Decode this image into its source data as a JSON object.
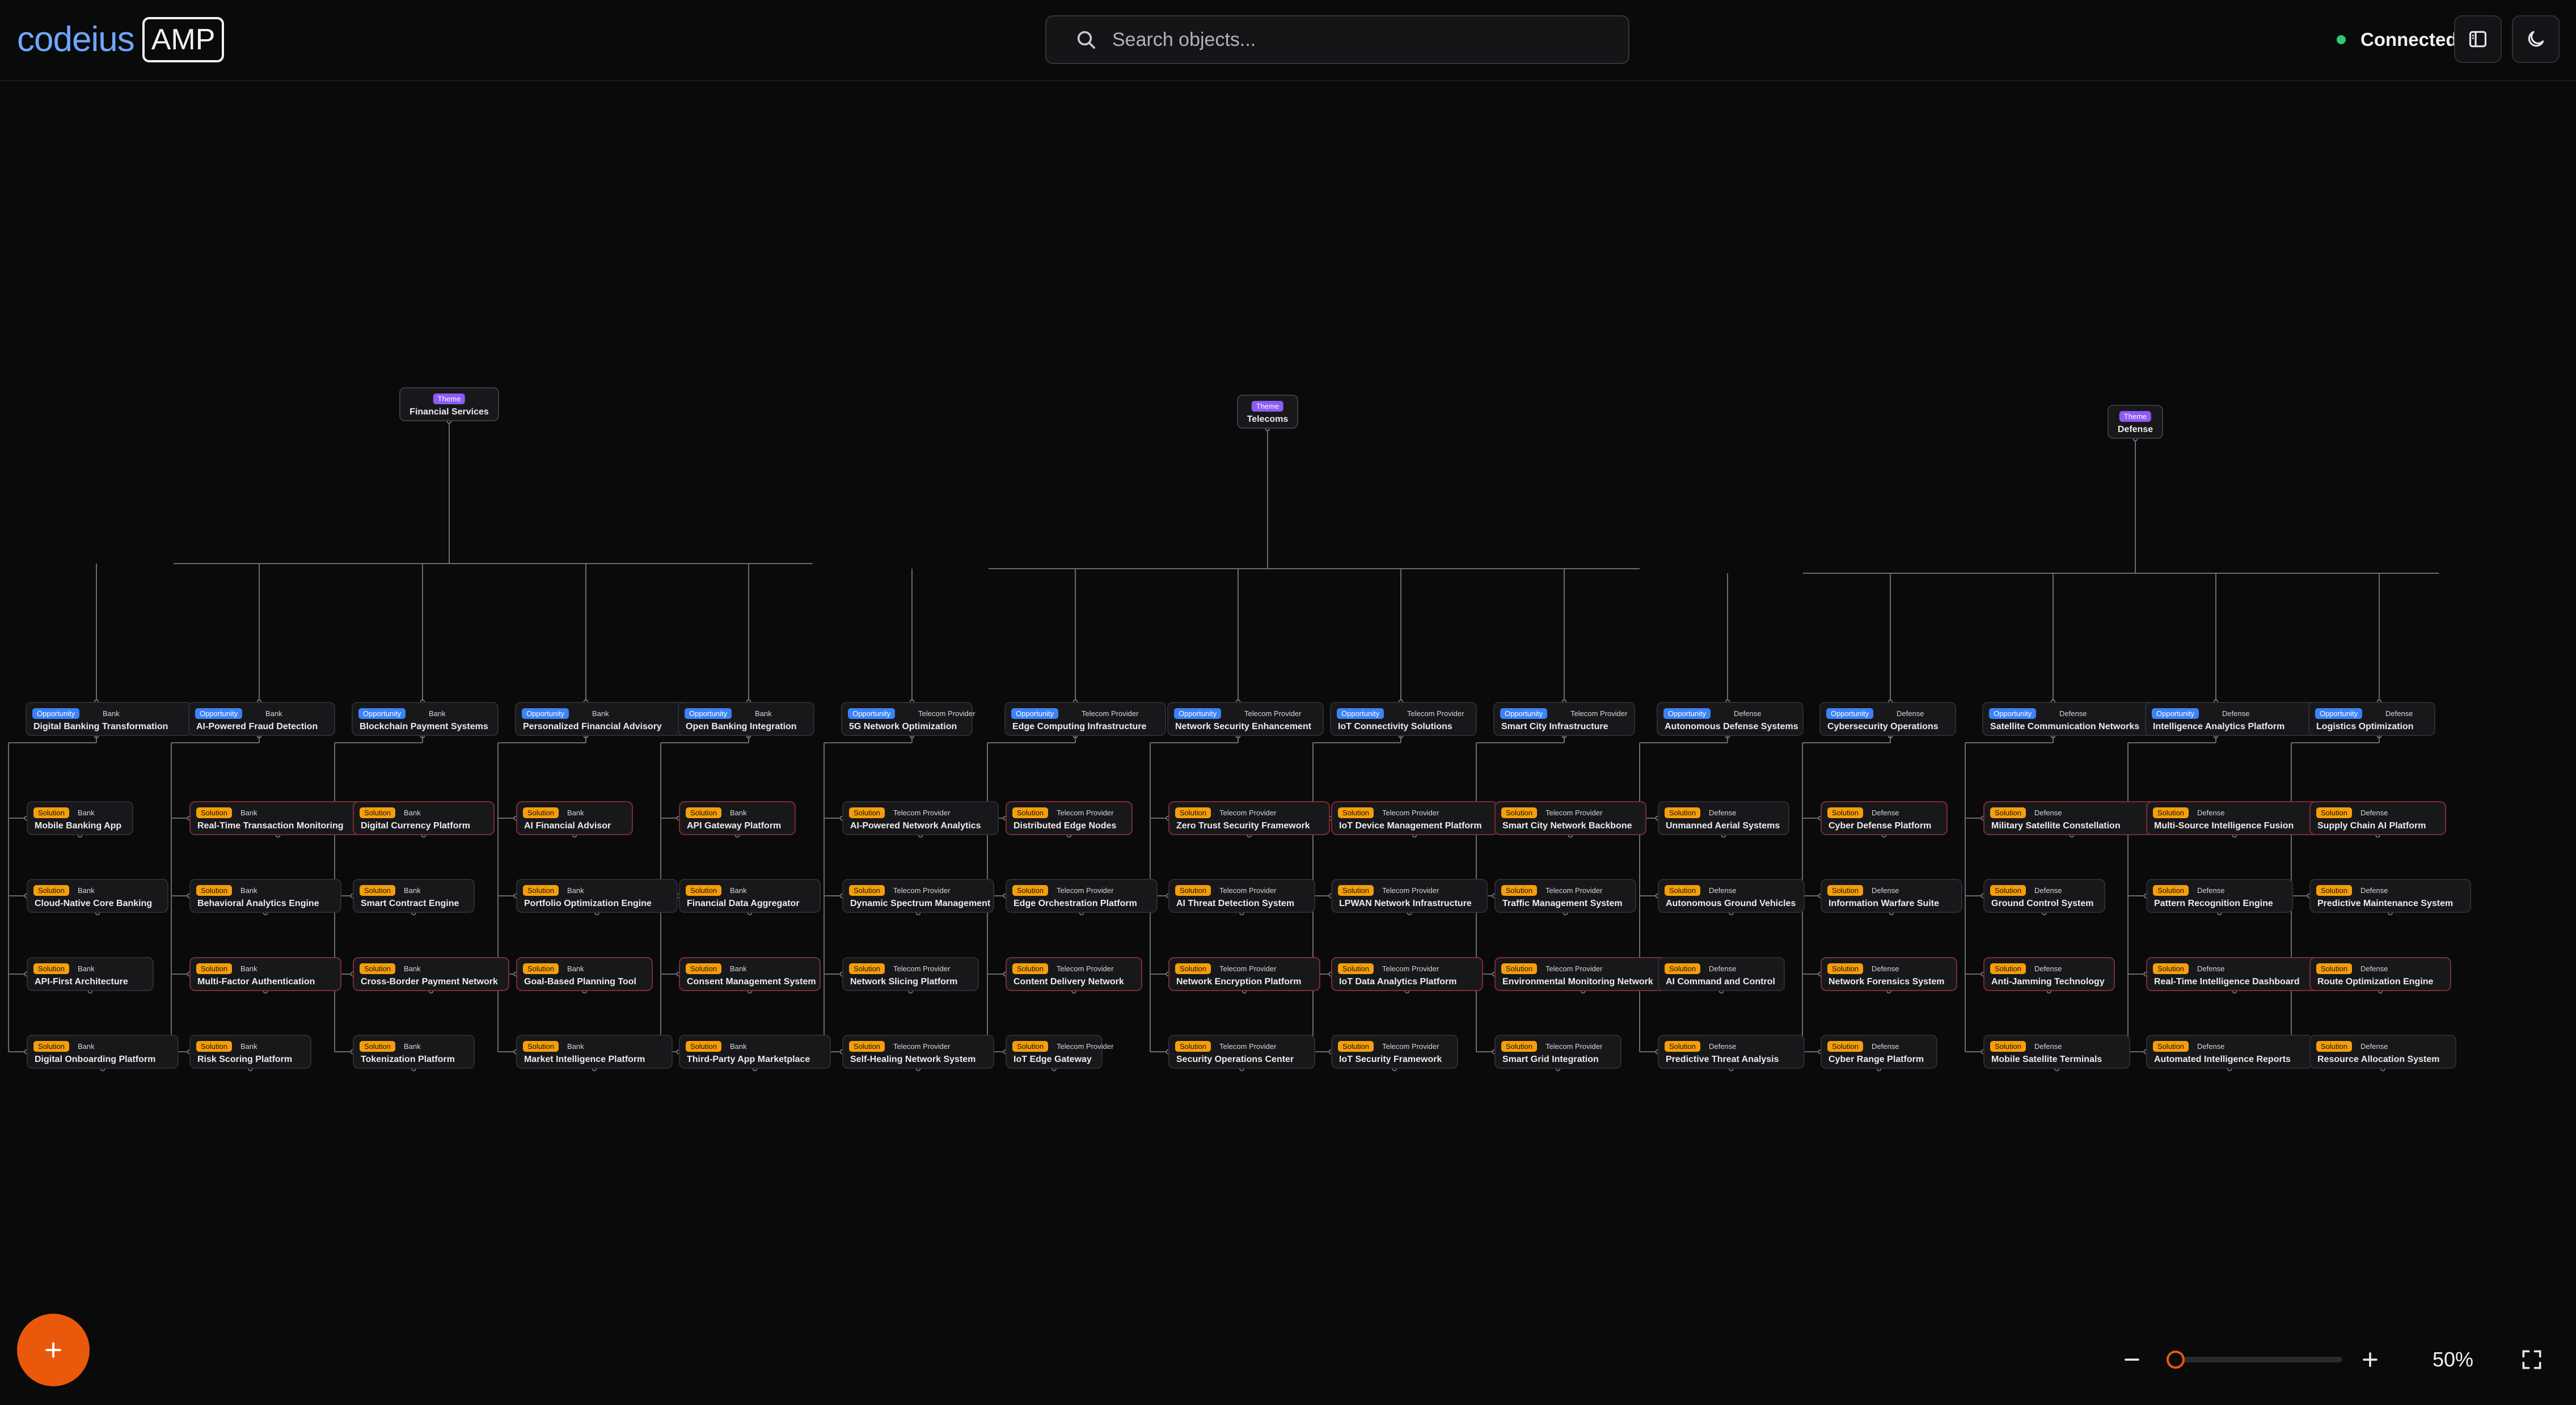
{
  "header": {
    "logo_text": "codeius",
    "logo_badge": "AMP",
    "search_placeholder": "Search objects...",
    "status_text": "Connected",
    "status_color": "#2ecc71",
    "accent_color": "#ea580c"
  },
  "zoom": {
    "level_label": "50%",
    "slider_fraction": 0.05
  },
  "labels": {
    "theme": "Theme",
    "opportunity": "Opportunity",
    "solution": "Solution"
  },
  "themes": [
    {
      "name": "Financial Services",
      "sector": "Bank",
      "opportunities": [
        {
          "name": "Digital Banking Transformation",
          "solutions": [
            "Mobile Banking App",
            "Cloud-Native Core Banking",
            "API-First Architecture",
            "Digital Onboarding Platform"
          ]
        },
        {
          "name": "AI-Powered Fraud Detection",
          "solutions": [
            "Real-Time Transaction Monitoring",
            "Behavioral Analytics Engine",
            "Multi-Factor Authentication",
            "Risk Scoring Platform"
          ]
        },
        {
          "name": "Blockchain Payment Systems",
          "solutions": [
            "Digital Currency Platform",
            "Smart Contract Engine",
            "Cross-Border Payment Network",
            "Tokenization Platform"
          ]
        },
        {
          "name": "Personalized Financial Advisory",
          "solutions": [
            "AI Financial Advisor",
            "Portfolio Optimization Engine",
            "Goal-Based Planning Tool",
            "Market Intelligence Platform"
          ]
        },
        {
          "name": "Open Banking Integration",
          "solutions": [
            "API Gateway Platform",
            "Financial Data Aggregator",
            "Consent Management System",
            "Third-Party App Marketplace"
          ]
        }
      ]
    },
    {
      "name": "Telecoms",
      "sector": "Telecom Provider",
      "opportunities": [
        {
          "name": "5G Network Optimization",
          "solutions": [
            "AI-Powered Network Analytics",
            "Dynamic Spectrum Management",
            "Network Slicing Platform",
            "Self-Healing Network System"
          ]
        },
        {
          "name": "Edge Computing Infrastructure",
          "solutions": [
            "Distributed Edge Nodes",
            "Edge Orchestration Platform",
            "Content Delivery Network",
            "IoT Edge Gateway"
          ]
        },
        {
          "name": "Network Security Enhancement",
          "solutions": [
            "Zero Trust Security Framework",
            "AI Threat Detection System",
            "Network Encryption Platform",
            "Security Operations Center"
          ]
        },
        {
          "name": "IoT Connectivity Solutions",
          "solutions": [
            "IoT Device Management Platform",
            "LPWAN Network Infrastructure",
            "IoT Data Analytics Platform",
            "IoT Security Framework"
          ]
        },
        {
          "name": "Smart City Infrastructure",
          "solutions": [
            "Smart City Network Backbone",
            "Traffic Management System",
            "Environmental Monitoring Network",
            "Smart Grid Integration"
          ]
        }
      ]
    },
    {
      "name": "Defense",
      "sector": "Defense",
      "opportunities": [
        {
          "name": "Autonomous Defense Systems",
          "solutions": [
            "Unmanned Aerial Systems",
            "Autonomous Ground Vehicles",
            "AI Command and Control",
            "Predictive Threat Analysis"
          ]
        },
        {
          "name": "Cybersecurity Operations",
          "solutions": [
            "Cyber Defense Platform",
            "Information Warfare Suite",
            "Network Forensics System",
            "Cyber Range Platform"
          ]
        },
        {
          "name": "Satellite Communication Networks",
          "solutions": [
            "Military Satellite Constellation",
            "Ground Control System",
            "Anti-Jamming Technology",
            "Mobile Satellite Terminals"
          ]
        },
        {
          "name": "Intelligence Analytics Platform",
          "solutions": [
            "Multi-Source Intelligence Fusion",
            "Pattern Recognition Engine",
            "Real-Time Intelligence Dashboard",
            "Automated Intelligence Reports"
          ]
        },
        {
          "name": "Logistics Optimization",
          "solutions": [
            "Supply Chain AI Platform",
            "Predictive Maintenance System",
            "Route Optimization Engine",
            "Resource Allocation System"
          ]
        }
      ]
    }
  ]
}
